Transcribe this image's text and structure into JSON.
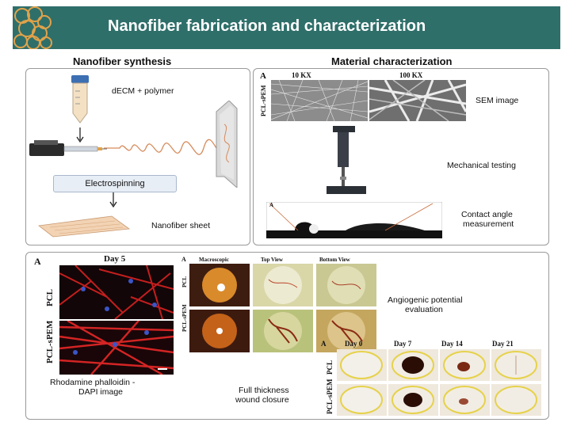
{
  "header": {
    "title": "Nanofiber fabrication and characterization"
  },
  "synthesis": {
    "heading": "Nanofiber synthesis",
    "tube_label": "dECM + polymer",
    "process_label": "Electrospinning",
    "sheet_label": "Nanofiber sheet"
  },
  "characterization": {
    "heading": "Material characterization",
    "panel_letter": "A",
    "sem_mag_1": "10 KX",
    "sem_mag_2": "100 KX",
    "sem_row_label": "PCL-sPEM",
    "sem_label": "SEM image",
    "mech_label": "Mechanical testing",
    "contact_label_1": "Contact angle",
    "contact_label_2": "measurement",
    "contact_letter": "A"
  },
  "bottom": {
    "rhod_letter": "A",
    "rhod_day": "Day 5",
    "rhod_row1": "PCL",
    "rhod_row2": "PCL-sPEM",
    "rhod_caption_1": "Rhodamine phalloidin -",
    "rhod_caption_2": "DAPI image",
    "angio_letter": "A",
    "angio_col1": "Macroscopic",
    "angio_col2": "Top View",
    "angio_col3": "Bottom View",
    "angio_row1": "PCL",
    "angio_row2": "PCL-sPEM",
    "angio_label_1": "Angiogenic potential",
    "angio_label_2": "evaluation",
    "wound_label_1": "Full thickness",
    "wound_label_2": "wound closure",
    "wound_letter": "A",
    "wound_days": [
      "Day 0",
      "Day 7",
      "Day 14",
      "Day 21"
    ],
    "wound_row1": "PCL",
    "wound_row2": "PCL-sPEM"
  },
  "colors": {
    "header": "#2f6f6a",
    "accent": "#e0a24a",
    "fiber": "#d68a5a"
  }
}
